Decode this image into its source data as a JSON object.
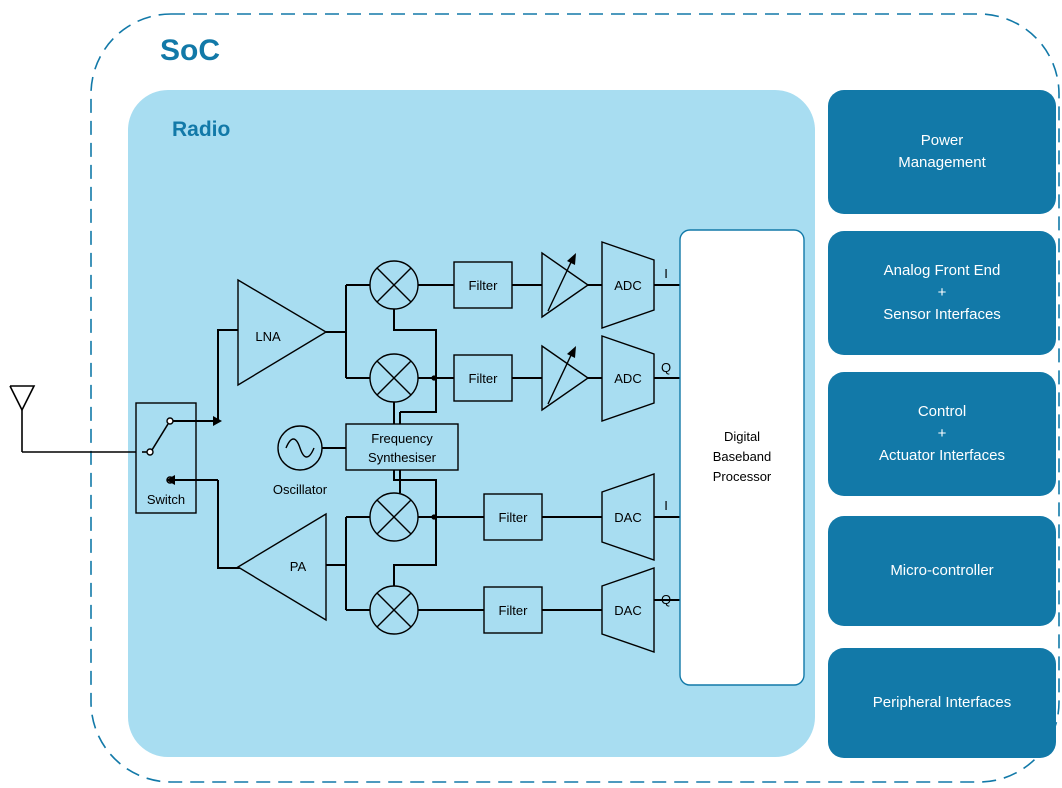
{
  "soc_title": "SoC",
  "radio_title": "Radio",
  "blocks": {
    "lna": "LNA",
    "pa": "PA",
    "switch": "Switch",
    "oscillator": "Oscillator",
    "freq_synth": [
      "Frequency",
      "Synthesiser"
    ],
    "filter": "Filter",
    "adc": "ADC",
    "dac": "DAC",
    "dbp": [
      "Digital",
      "Baseband",
      "Processor"
    ]
  },
  "channel_labels": {
    "i": "I",
    "q": "Q"
  },
  "side_blocks": {
    "power": [
      "Power",
      "Management"
    ],
    "afe": [
      "Analog Front End",
      "+",
      "Sensor Interfaces"
    ],
    "control": [
      "Control",
      "+",
      "Actuator Interfaces"
    ],
    "mcu": [
      "Micro-controller"
    ],
    "peripheral": [
      "Peripheral Interfaces"
    ]
  },
  "colors": {
    "accent": "#1279a8",
    "radio_bg": "#a8ddf1",
    "block_fill": "#a8ddf1",
    "line": "#000000"
  }
}
